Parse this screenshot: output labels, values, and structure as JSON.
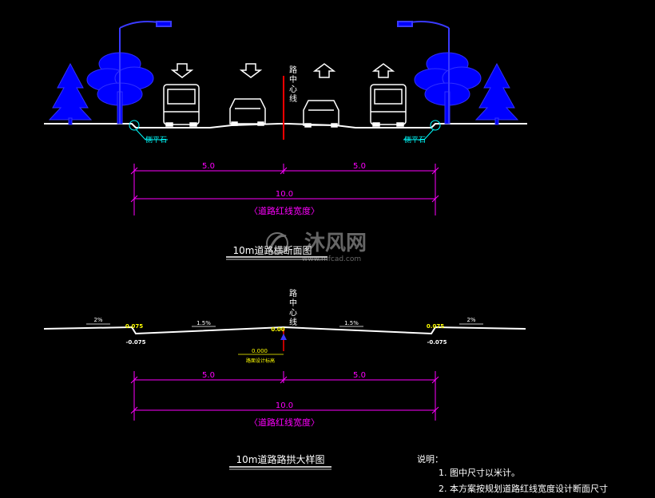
{
  "section1": {
    "centerline_label": [
      "路",
      "中",
      "心",
      "线"
    ],
    "curb_label": "侧平石",
    "dim_half_left": "5.0",
    "dim_half_right": "5.0",
    "dim_total": "10.0",
    "red_line_label": "〈道路红线宽度〉",
    "title": "10m道路横断面图"
  },
  "section2": {
    "centerline_label": [
      "路",
      "中",
      "心",
      "线"
    ],
    "slope_sidewalk": "2%",
    "slope_carriageway": "1.5%",
    "curb_top": "0.075",
    "curb_bottom": "-0.075",
    "crown_value": "0.00",
    "design_elev_value": "0.000",
    "design_elev_label": "路面设计标高",
    "dim_half_left": "5.0",
    "dim_half_right": "5.0",
    "dim_total": "10.0",
    "red_line_label": "〈道路红线宽度〉",
    "title": "10m道路路拱大样图"
  },
  "notes": {
    "heading": "说明：",
    "items": [
      "1. 图中尺寸以米计。",
      "2. 本方案按规划道路红线宽度设计断面尺寸"
    ]
  },
  "watermark": {
    "brand": "沐风网",
    "url": "www.mfcad.com"
  },
  "colors": {
    "background": "#000000",
    "blue": "#0000ff",
    "magenta": "#ff00ff",
    "cyan": "#00ffff",
    "yellow": "#ffff00",
    "red": "#ff0000",
    "white": "#ffffff"
  }
}
